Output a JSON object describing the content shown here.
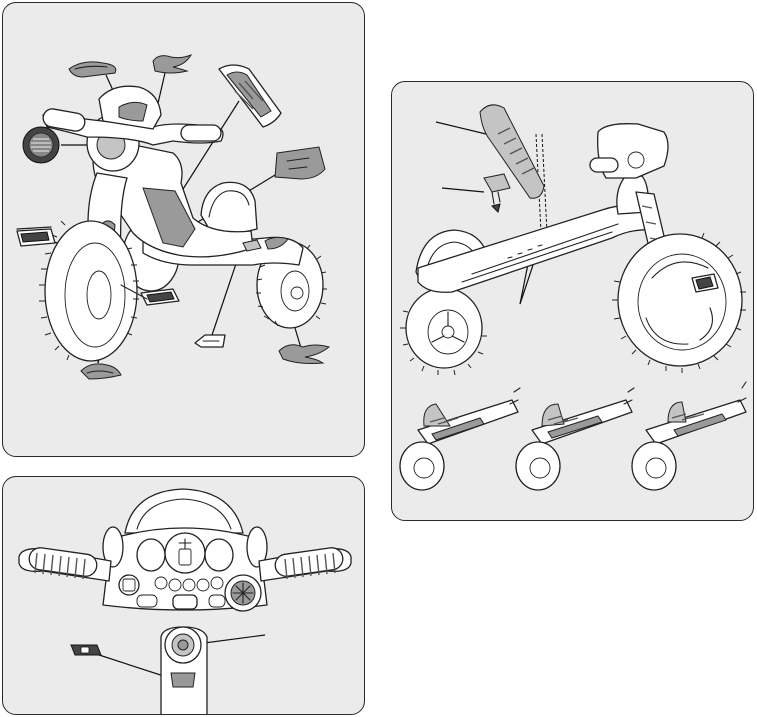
{
  "colors": {
    "panel_background": "#ebebeb",
    "panel_border": "#2a2a2a",
    "line_ink": "#222222",
    "decal_grey": "#9a9a9a",
    "decal_light_grey": "#c4c4c4"
  },
  "icons": {
    "decal_logo": "hot-wheels-logo-decal-icon",
    "decal_flame": "flame-decal-icon",
    "decal_headlight": "headlight-decal-icon",
    "decal_side_panel": "side-panel-decal-icon",
    "decal_number_plate": "number-plate-decal-icon",
    "decal_small_flame": "small-flame-decal-icon",
    "decal_tag": "small-tag-decal-icon",
    "decal_pedal": "pedal-decal-icon",
    "seat_back": "seat-back-icon",
    "seat_clip": "seat-clip-icon",
    "console_switch": "console-switch-icon",
    "console_button": "horn-button-icon"
  },
  "diagrams": [
    {
      "id": "decal-placement",
      "panel": "top-left"
    },
    {
      "id": "seat-adjustment",
      "panel": "right",
      "positions": 3
    },
    {
      "id": "handlebar-console",
      "panel": "bottom-left"
    }
  ]
}
